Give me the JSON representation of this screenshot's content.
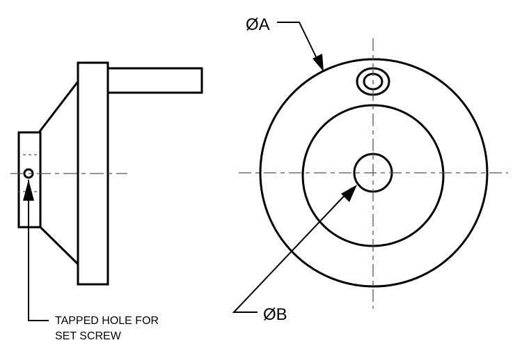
{
  "drawing": {
    "labels": {
      "dia_a": "ØA",
      "dia_b": "ØB",
      "note_line1": "TAPPED HOLE FOR",
      "note_line2": "SET SCREW"
    },
    "colors": {
      "line": "#000000",
      "centerline": "#555555",
      "background": "#ffffff"
    }
  }
}
